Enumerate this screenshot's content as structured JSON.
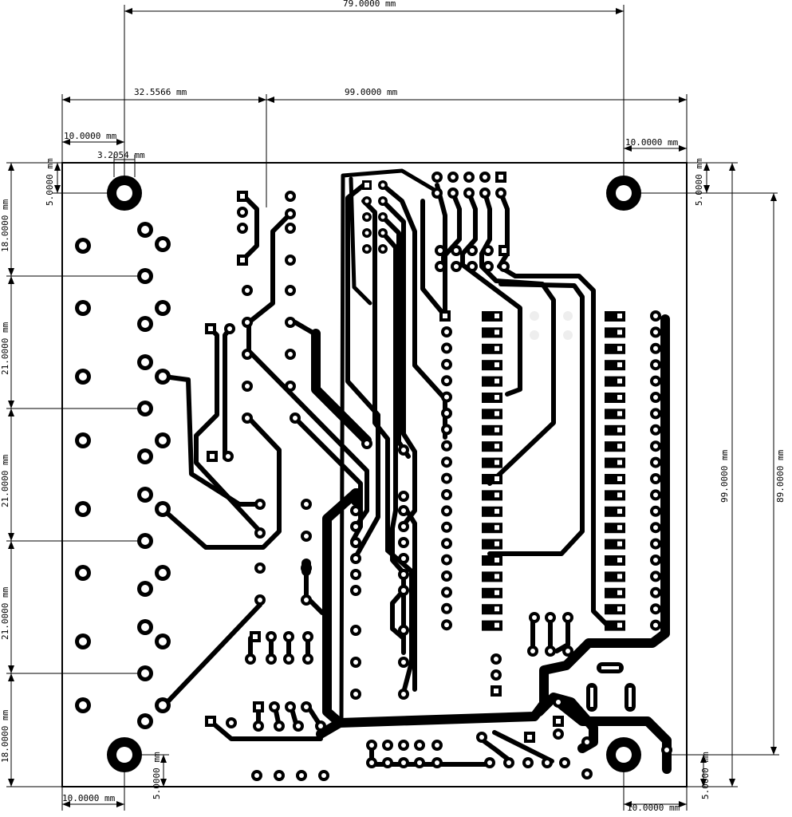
{
  "dimensions": {
    "top_79": "79.0000 mm",
    "top_32": "32.5566 mm",
    "top_99": "99.0000 mm",
    "left_10_top": "10.0000 mm",
    "left_3205": "3.2054 mm",
    "right_10_top": "10.0000 mm",
    "left_5_top": "5.0000 mm",
    "right_5_top": "5.0000 mm",
    "left_18_top": "18.0000 mm",
    "left_21_a": "21.0000 mm",
    "left_21_b": "21.0000 mm",
    "left_21_c": "21.0000 mm",
    "left_18_bottom": "18.0000 mm",
    "right_99": "99.0000 mm",
    "right_89": "89.0000 mm",
    "bottom_left_5": "5.0000 mm",
    "bottom_right_5": "5.0000 mm",
    "bottom_left_10": "10.0000 mm",
    "bottom_right_10": "10.0000 mm"
  },
  "colors": {
    "copper": "#000000",
    "background": "#ffffff"
  }
}
